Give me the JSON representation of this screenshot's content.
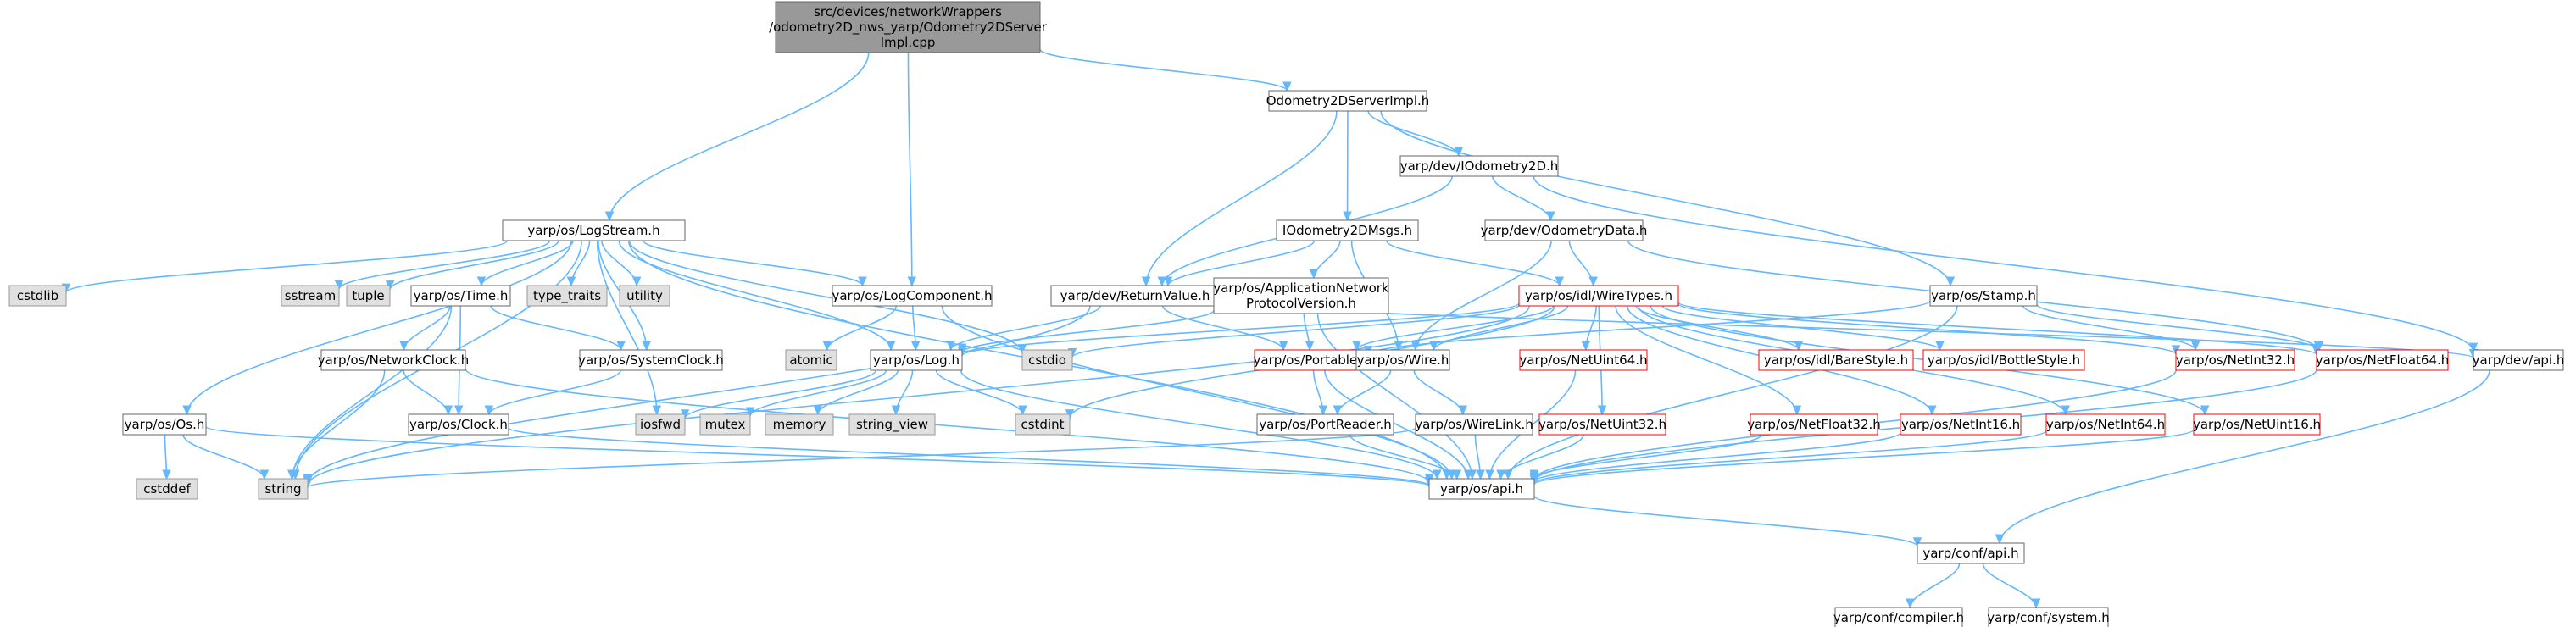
{
  "colors": {
    "edge": "#63b8ff",
    "root_fill": "#999999",
    "root_border": "#666666",
    "header_fill": "#ffffff",
    "header_border": "#666666",
    "system_fill": "#e0e0e0",
    "system_border": "#999999",
    "truncated_border": "#ff0000",
    "text": "#000000",
    "truncated_text": "#ff0000"
  },
  "nodes": [
    {
      "id": "root",
      "kind": "root",
      "lines": [
        "src/devices/networkWrappers",
        "/odometry2D_nws_yarp/Odometry2DServer",
        "Impl.cpp"
      ]
    },
    {
      "id": "Odometry2DServerImpl",
      "kind": "header",
      "lines": [
        "Odometry2DServerImpl.h"
      ]
    },
    {
      "id": "IOdometry2D",
      "kind": "header",
      "lines": [
        "yarp/dev/IOdometry2D.h"
      ]
    },
    {
      "id": "LogStream",
      "kind": "header",
      "lines": [
        "yarp/os/LogStream.h"
      ]
    },
    {
      "id": "IOdometry2DMsgs",
      "kind": "header",
      "lines": [
        "IOdometry2DMsgs.h"
      ]
    },
    {
      "id": "OdometryData",
      "kind": "header",
      "lines": [
        "yarp/dev/OdometryData.h"
      ]
    },
    {
      "id": "cstdlib",
      "kind": "system",
      "lines": [
        "cstdlib"
      ]
    },
    {
      "id": "sstream",
      "kind": "system",
      "lines": [
        "sstream"
      ]
    },
    {
      "id": "tuple",
      "kind": "system",
      "lines": [
        "tuple"
      ]
    },
    {
      "id": "Time",
      "kind": "header",
      "lines": [
        "yarp/os/Time.h"
      ]
    },
    {
      "id": "type_traits",
      "kind": "system",
      "lines": [
        "type_traits"
      ]
    },
    {
      "id": "utility",
      "kind": "system",
      "lines": [
        "utility"
      ]
    },
    {
      "id": "LogComponent",
      "kind": "header",
      "lines": [
        "yarp/os/LogComponent.h"
      ]
    },
    {
      "id": "ReturnValue",
      "kind": "header",
      "lines": [
        "yarp/dev/ReturnValue.h"
      ]
    },
    {
      "id": "ApplicationNetwork",
      "kind": "header",
      "lines": [
        "yarp/os/ApplicationNetwork",
        "ProtocolVersion.h"
      ]
    },
    {
      "id": "WireTypes",
      "kind": "truncated",
      "lines": [
        "yarp/os/idl/WireTypes.h"
      ]
    },
    {
      "id": "Stamp",
      "kind": "header",
      "lines": [
        "yarp/os/Stamp.h"
      ]
    },
    {
      "id": "NetworkClock",
      "kind": "header",
      "lines": [
        "yarp/os/NetworkClock.h"
      ]
    },
    {
      "id": "SystemClock",
      "kind": "header",
      "lines": [
        "yarp/os/SystemClock.h"
      ]
    },
    {
      "id": "atomic",
      "kind": "system",
      "lines": [
        "atomic"
      ]
    },
    {
      "id": "Log",
      "kind": "header",
      "lines": [
        "yarp/os/Log.h"
      ]
    },
    {
      "id": "cstdio",
      "kind": "system",
      "lines": [
        "cstdio"
      ]
    },
    {
      "id": "Portable",
      "kind": "truncated",
      "lines": [
        "yarp/os/Portable.h"
      ]
    },
    {
      "id": "Wire",
      "kind": "header",
      "lines": [
        "yarp/os/Wire.h"
      ]
    },
    {
      "id": "NetUint64",
      "kind": "truncated",
      "lines": [
        "yarp/os/NetUint64.h"
      ]
    },
    {
      "id": "BareStyle",
      "kind": "truncated",
      "lines": [
        "yarp/os/idl/BareStyle.h"
      ]
    },
    {
      "id": "BottleStyle",
      "kind": "truncated",
      "lines": [
        "yarp/os/idl/BottleStyle.h"
      ]
    },
    {
      "id": "NetInt32",
      "kind": "truncated",
      "lines": [
        "yarp/os/NetInt32.h"
      ]
    },
    {
      "id": "NetFloat64",
      "kind": "truncated",
      "lines": [
        "yarp/os/NetFloat64.h"
      ]
    },
    {
      "id": "devapi",
      "kind": "header",
      "lines": [
        "yarp/dev/api.h"
      ]
    },
    {
      "id": "Os",
      "kind": "header",
      "lines": [
        "yarp/os/Os.h"
      ]
    },
    {
      "id": "Clock",
      "kind": "header",
      "lines": [
        "yarp/os/Clock.h"
      ]
    },
    {
      "id": "iosfwd",
      "kind": "system",
      "lines": [
        "iosfwd"
      ]
    },
    {
      "id": "mutex",
      "kind": "system",
      "lines": [
        "mutex"
      ]
    },
    {
      "id": "memory",
      "kind": "system",
      "lines": [
        "memory"
      ]
    },
    {
      "id": "string_view",
      "kind": "system",
      "lines": [
        "string_view"
      ]
    },
    {
      "id": "cstdint",
      "kind": "system",
      "lines": [
        "cstdint"
      ]
    },
    {
      "id": "PortReader",
      "kind": "header",
      "lines": [
        "yarp/os/PortReader.h"
      ]
    },
    {
      "id": "WireLink",
      "kind": "header",
      "lines": [
        "yarp/os/WireLink.h"
      ]
    },
    {
      "id": "NetUint32",
      "kind": "truncated",
      "lines": [
        "yarp/os/NetUint32.h"
      ]
    },
    {
      "id": "NetFloat32",
      "kind": "truncated",
      "lines": [
        "yarp/os/NetFloat32.h"
      ]
    },
    {
      "id": "NetInt16",
      "kind": "truncated",
      "lines": [
        "yarp/os/NetInt16.h"
      ]
    },
    {
      "id": "NetInt64",
      "kind": "truncated",
      "lines": [
        "yarp/os/NetInt64.h"
      ]
    },
    {
      "id": "NetUint16",
      "kind": "truncated",
      "lines": [
        "yarp/os/NetUint16.h"
      ]
    },
    {
      "id": "cstddef",
      "kind": "system",
      "lines": [
        "cstddef"
      ]
    },
    {
      "id": "string",
      "kind": "system",
      "lines": [
        "string"
      ]
    },
    {
      "id": "osapi",
      "kind": "header",
      "lines": [
        "yarp/os/api.h"
      ]
    },
    {
      "id": "confapi",
      "kind": "header",
      "lines": [
        "yarp/conf/api.h"
      ]
    },
    {
      "id": "compiler",
      "kind": "header",
      "lines": [
        "yarp/conf/compiler.h"
      ]
    },
    {
      "id": "system",
      "kind": "header",
      "lines": [
        "yarp/conf/system.h"
      ]
    }
  ],
  "edges": [
    [
      "root",
      "Odometry2DServerImpl"
    ],
    [
      "root",
      "LogStream"
    ],
    [
      "root",
      "LogComponent"
    ],
    [
      "Odometry2DServerImpl",
      "IOdometry2D"
    ],
    [
      "Odometry2DServerImpl",
      "IOdometry2DMsgs"
    ],
    [
      "Odometry2DServerImpl",
      "ReturnValue"
    ],
    [
      "Odometry2DServerImpl",
      "Stamp"
    ],
    [
      "IOdometry2D",
      "OdometryData"
    ],
    [
      "IOdometry2D",
      "ReturnValue"
    ],
    [
      "IOdometry2D",
      "devapi"
    ],
    [
      "OdometryData",
      "WireTypes"
    ],
    [
      "OdometryData",
      "Wire"
    ],
    [
      "OdometryData",
      "NetFloat64"
    ],
    [
      "IOdometry2DMsgs",
      "ReturnValue"
    ],
    [
      "IOdometry2DMsgs",
      "ApplicationNetwork"
    ],
    [
      "IOdometry2DMsgs",
      "WireTypes"
    ],
    [
      "IOdometry2DMsgs",
      "Wire"
    ],
    [
      "LogStream",
      "cstdlib"
    ],
    [
      "LogStream",
      "sstream"
    ],
    [
      "LogStream",
      "tuple"
    ],
    [
      "LogStream",
      "Time"
    ],
    [
      "LogStream",
      "type_traits"
    ],
    [
      "LogStream",
      "utility"
    ],
    [
      "LogStream",
      "LogComponent"
    ],
    [
      "LogStream",
      "Log"
    ],
    [
      "LogStream",
      "cstdio"
    ],
    [
      "LogStream",
      "SystemClock"
    ],
    [
      "LogStream",
      "Os"
    ],
    [
      "LogStream",
      "iosfwd"
    ],
    [
      "LogStream",
      "string"
    ],
    [
      "LogStream",
      "osapi"
    ],
    [
      "Time",
      "NetworkClock"
    ],
    [
      "Time",
      "SystemClock"
    ],
    [
      "Time",
      "Clock"
    ],
    [
      "Time",
      "string"
    ],
    [
      "LogComponent",
      "atomic"
    ],
    [
      "LogComponent",
      "Log"
    ],
    [
      "LogComponent",
      "osapi"
    ],
    [
      "ReturnValue",
      "Log"
    ],
    [
      "ReturnValue",
      "Portable"
    ],
    [
      "ReturnValue",
      "string"
    ],
    [
      "ReturnValue",
      "devapi"
    ],
    [
      "ApplicationNetwork",
      "Portable"
    ],
    [
      "ApplicationNetwork",
      "osapi"
    ],
    [
      "ApplicationNetwork",
      "Log"
    ],
    [
      "WireTypes",
      "Wire"
    ],
    [
      "WireTypes",
      "NetUint64"
    ],
    [
      "WireTypes",
      "BareStyle"
    ],
    [
      "WireTypes",
      "BottleStyle"
    ],
    [
      "WireTypes",
      "NetInt32"
    ],
    [
      "WireTypes",
      "NetFloat64"
    ],
    [
      "WireTypes",
      "NetUint32"
    ],
    [
      "WireTypes",
      "NetFloat32"
    ],
    [
      "WireTypes",
      "NetInt16"
    ],
    [
      "WireTypes",
      "NetInt64"
    ],
    [
      "WireTypes",
      "NetUint16"
    ],
    [
      "WireTypes",
      "cstdio"
    ],
    [
      "WireTypes",
      "cstdint"
    ],
    [
      "WireTypes",
      "string"
    ],
    [
      "WireTypes",
      "Log"
    ],
    [
      "WireTypes",
      "Portable"
    ],
    [
      "Stamp",
      "Portable"
    ],
    [
      "Stamp",
      "NetInt32"
    ],
    [
      "Stamp",
      "NetFloat64"
    ],
    [
      "Stamp",
      "osapi"
    ],
    [
      "NetworkClock",
      "Clock"
    ],
    [
      "NetworkClock",
      "string"
    ],
    [
      "NetworkClock",
      "osapi"
    ],
    [
      "SystemClock",
      "Clock"
    ],
    [
      "Log",
      "iosfwd"
    ],
    [
      "Log",
      "mutex"
    ],
    [
      "Log",
      "memory"
    ],
    [
      "Log",
      "string_view"
    ],
    [
      "Log",
      "cstdint"
    ],
    [
      "Log",
      "osapi"
    ],
    [
      "Portable",
      "PortReader"
    ],
    [
      "Portable",
      "osapi"
    ],
    [
      "Wire",
      "PortReader"
    ],
    [
      "Wire",
      "WireLink"
    ],
    [
      "NetUint64",
      "osapi"
    ],
    [
      "NetInt32",
      "osapi"
    ],
    [
      "NetFloat64",
      "osapi"
    ],
    [
      "devapi",
      "confapi"
    ],
    [
      "Os",
      "cstddef"
    ],
    [
      "Os",
      "string"
    ],
    [
      "Os",
      "osapi"
    ],
    [
      "Clock",
      "osapi"
    ],
    [
      "PortReader",
      "osapi"
    ],
    [
      "WireLink",
      "string"
    ],
    [
      "WireLink",
      "osapi"
    ],
    [
      "NetUint32",
      "osapi"
    ],
    [
      "NetFloat32",
      "osapi"
    ],
    [
      "NetInt16",
      "osapi"
    ],
    [
      "NetInt64",
      "osapi"
    ],
    [
      "NetUint16",
      "osapi"
    ],
    [
      "osapi",
      "confapi"
    ],
    [
      "confapi",
      "compiler"
    ],
    [
      "confapi",
      "system"
    ]
  ]
}
